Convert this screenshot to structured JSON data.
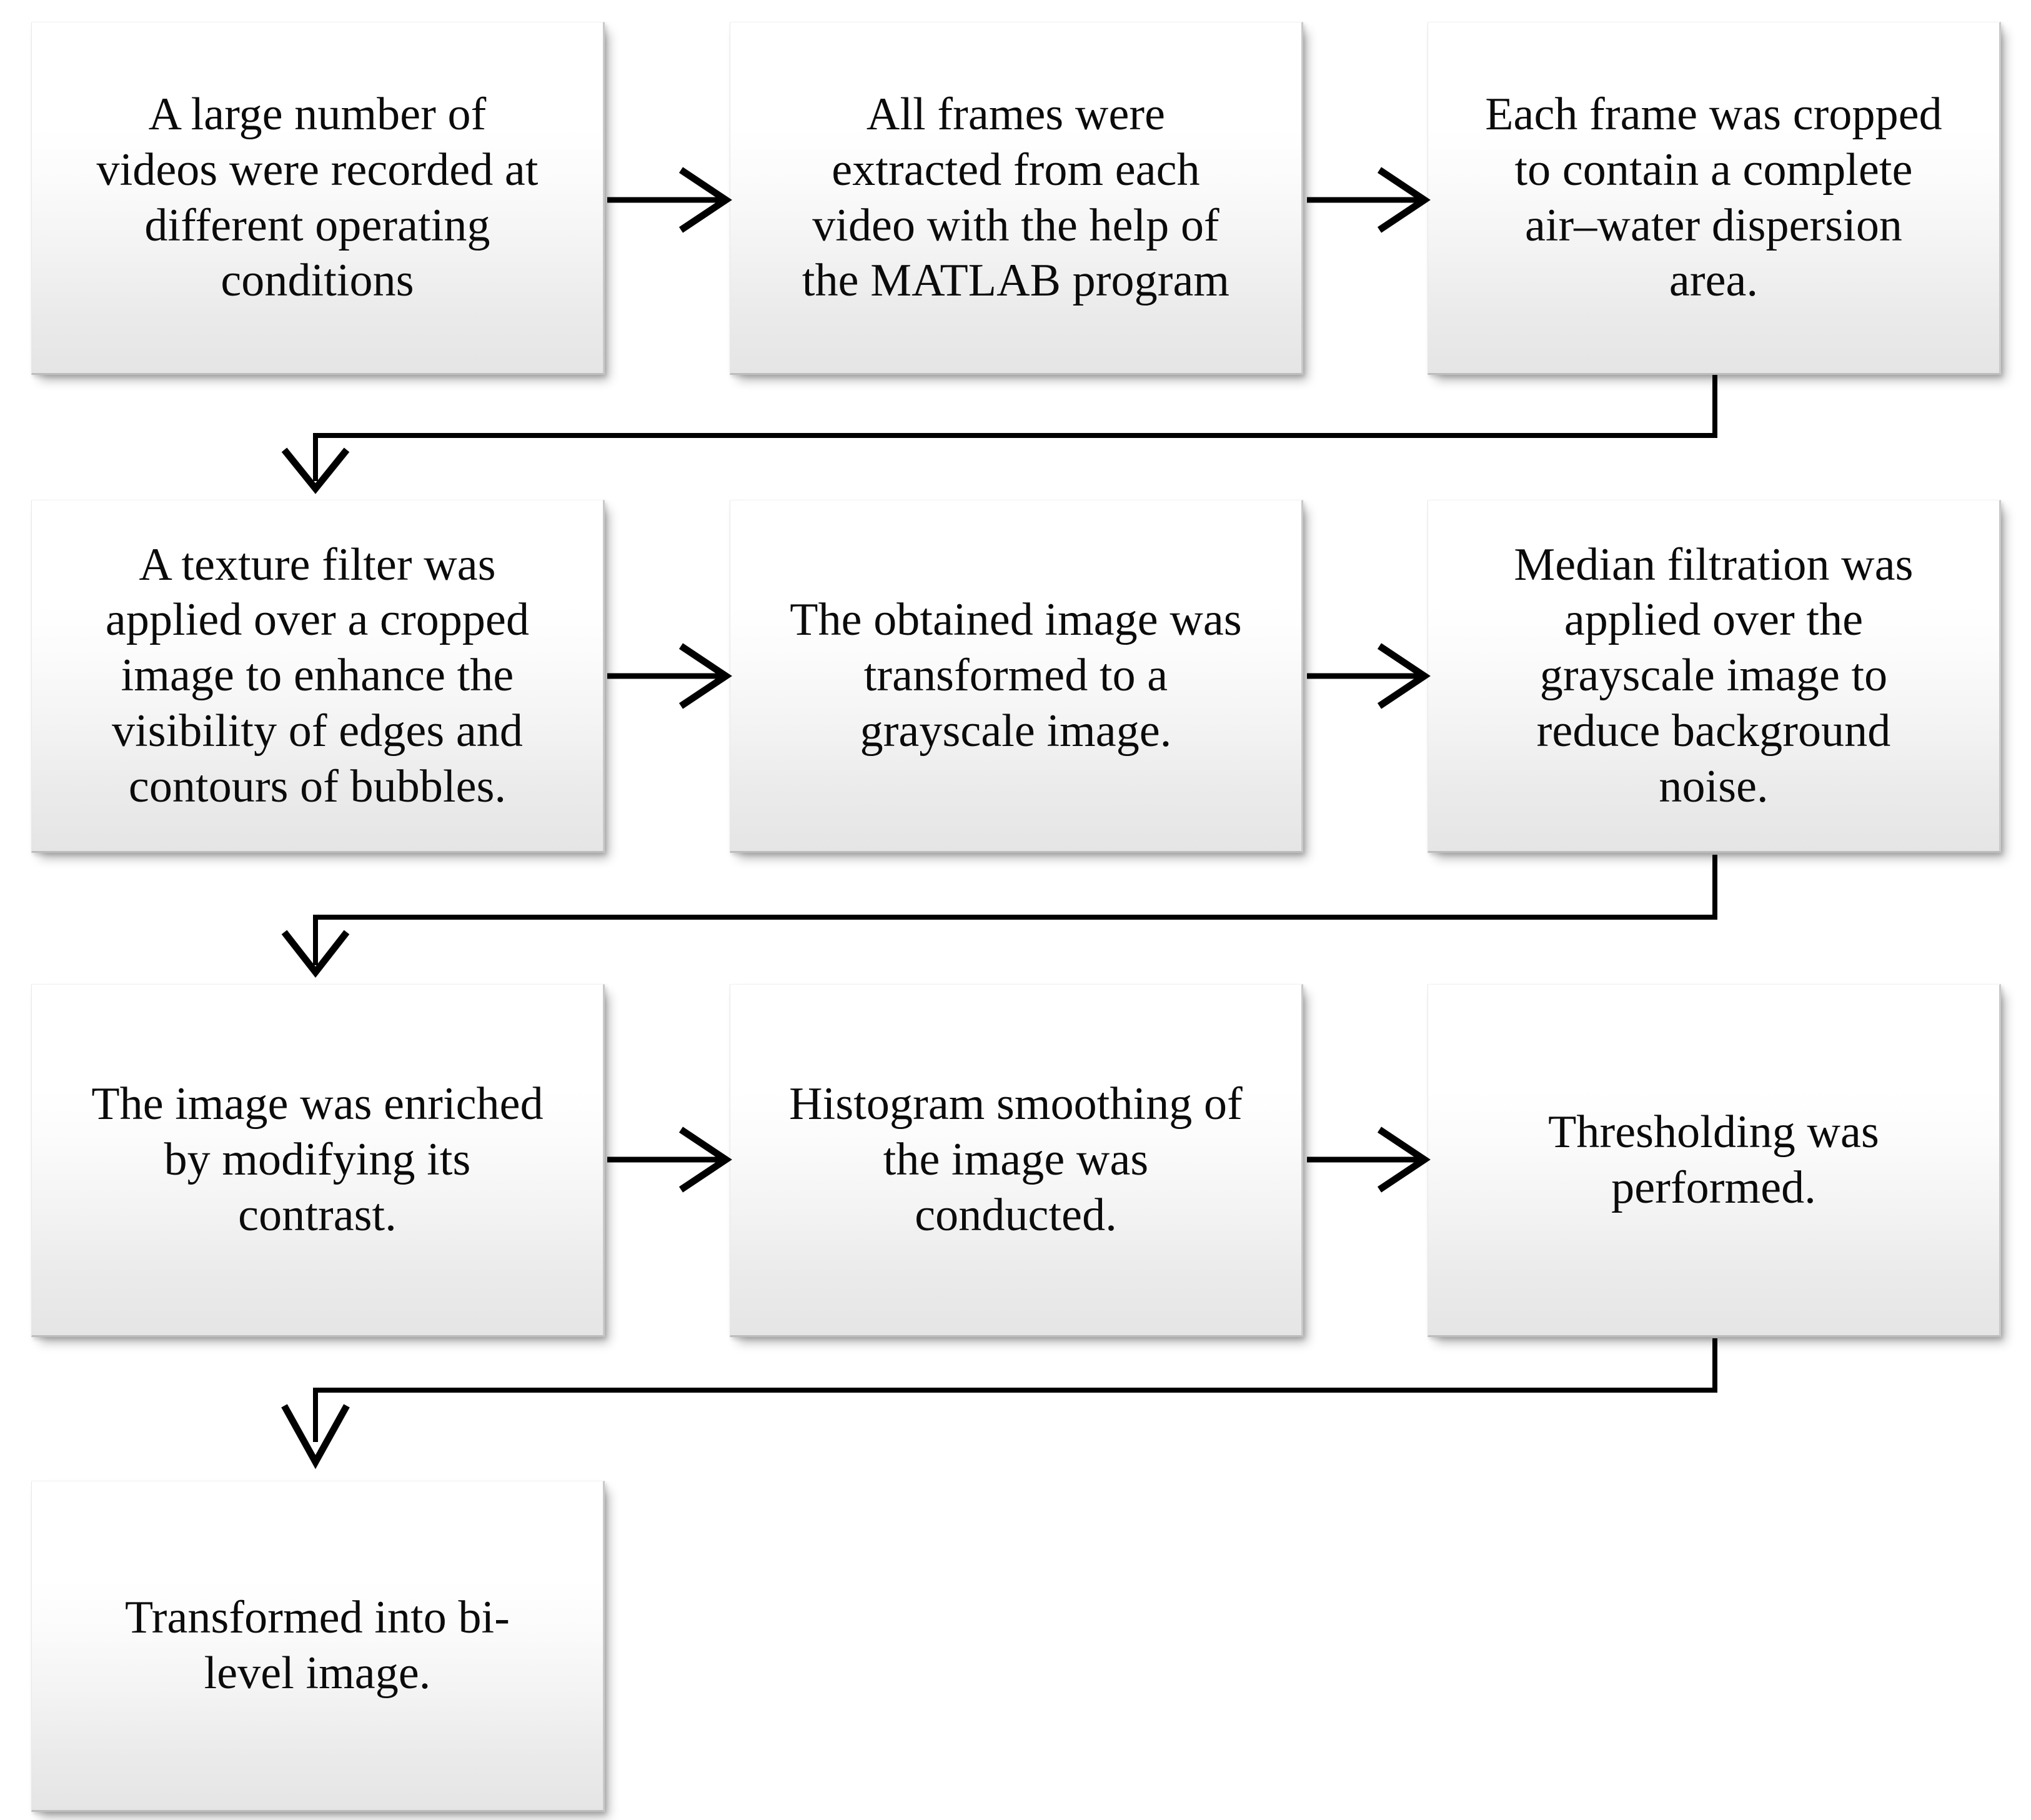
{
  "diagram": {
    "title": "Image processing workflow flowchart",
    "type": "flowchart",
    "colors": {
      "box_fill_top": "#ffffff",
      "box_fill_bottom": "#e5e5e5",
      "box_border": "#c9c9c9",
      "text": "#0b0b0b",
      "connector": "#000000",
      "background": "#ffffff"
    },
    "nodes": [
      {
        "id": "n1",
        "row": 1,
        "col": 1,
        "text": "A large number of\nvideos were recorded at\ndifferent operating\nconditions"
      },
      {
        "id": "n2",
        "row": 1,
        "col": 2,
        "text": "All frames were\nextracted from each\nvideo with the help of\nthe MATLAB program"
      },
      {
        "id": "n3",
        "row": 1,
        "col": 3,
        "text": "Each frame was cropped\nto contain a complete\nair–water dispersion\narea."
      },
      {
        "id": "n4",
        "row": 2,
        "col": 1,
        "text": "A texture filter was\napplied over a cropped\nimage to enhance the\nvisibility of edges and\ncontours of bubbles."
      },
      {
        "id": "n5",
        "row": 2,
        "col": 2,
        "text": "The obtained image was\ntransformed to a\ngrayscale image."
      },
      {
        "id": "n6",
        "row": 2,
        "col": 3,
        "text": "Median filtration was\napplied over the\ngrayscale image to\nreduce background\nnoise."
      },
      {
        "id": "n7",
        "row": 3,
        "col": 1,
        "text": "The image was enriched\nby modifying its\ncontrast."
      },
      {
        "id": "n8",
        "row": 3,
        "col": 2,
        "text": "Histogram smoothing of\nthe image was\nconducted."
      },
      {
        "id": "n9",
        "row": 3,
        "col": 3,
        "text": "Thresholding was\nperformed."
      },
      {
        "id": "n10",
        "row": 4,
        "col": 1,
        "text": "Transformed into bi-\nlevel image."
      }
    ],
    "edges": [
      {
        "from": "n1",
        "to": "n2",
        "kind": "horizontal-arrow"
      },
      {
        "from": "n2",
        "to": "n3",
        "kind": "horizontal-arrow"
      },
      {
        "from": "n3",
        "to": "n4",
        "kind": "elbow-wrap-arrow"
      },
      {
        "from": "n4",
        "to": "n5",
        "kind": "horizontal-arrow"
      },
      {
        "from": "n5",
        "to": "n6",
        "kind": "horizontal-arrow"
      },
      {
        "from": "n6",
        "to": "n7",
        "kind": "elbow-wrap-arrow"
      },
      {
        "from": "n7",
        "to": "n8",
        "kind": "horizontal-arrow"
      },
      {
        "from": "n8",
        "to": "n9",
        "kind": "horizontal-arrow"
      },
      {
        "from": "n9",
        "to": "n10",
        "kind": "elbow-wrap-arrow"
      }
    ]
  }
}
